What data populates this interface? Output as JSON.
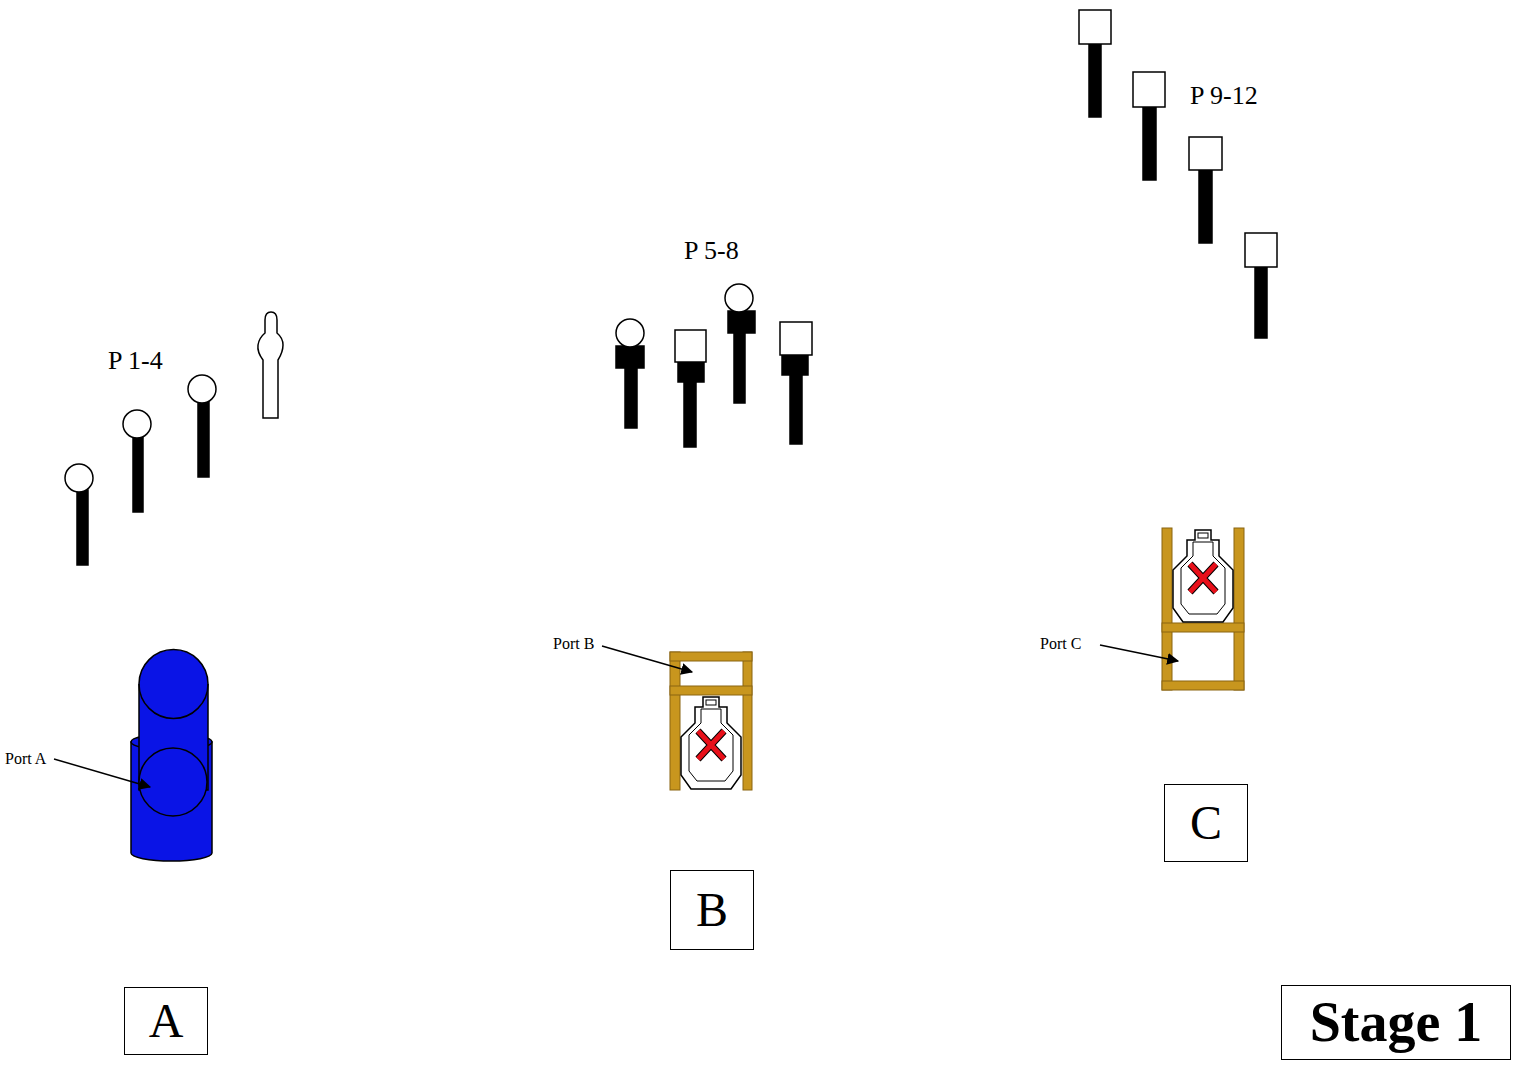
{
  "diagram": {
    "nodes": [
      {
        "text": [
          "A"
        ]
      },
      {
        "text": [
          "B"
        ]
      },
      {
        "text": [
          "C"
        ]
      },
      {
        "text": [
          "Stage 1"
        ]
      }
    ],
    "labels": [
      "P 1-4",
      "P 5-8",
      "P 9-12",
      "Port A",
      "Port B",
      "Port C"
    ]
  }
}
